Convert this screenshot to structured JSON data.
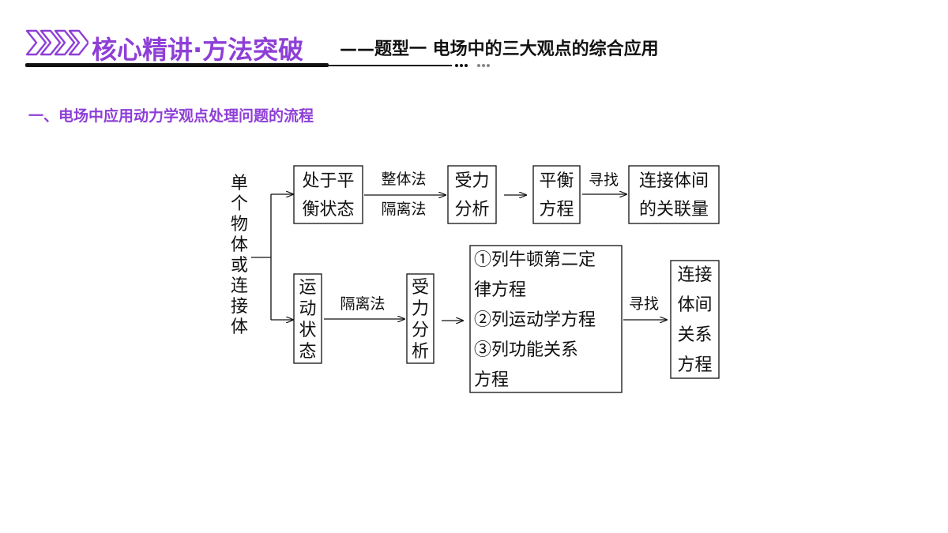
{
  "header": {
    "main_title": "核心精讲·方法突破",
    "sub_title": "——题型一  电场中的三大观点的综合应用",
    "accent_color": "#8e3fd6"
  },
  "section": {
    "heading": "一、电场中应用动力学观点处理问题的流程"
  },
  "flow": {
    "start_chars": [
      "单",
      "个",
      "物",
      "体",
      "或",
      "连",
      "接",
      "体"
    ],
    "top_row": {
      "box1": [
        "处于平",
        "衡状态"
      ],
      "arrow1_top": "整体法",
      "arrow1_bottom": "隔离法",
      "box2": [
        "受力",
        "分析"
      ],
      "box3": [
        "平衡",
        "方程"
      ],
      "arrow3_label": "寻找",
      "box4": [
        "连接体间",
        "的关联量"
      ]
    },
    "bottom_row": {
      "box1": [
        "运",
        "动",
        "状",
        "态"
      ],
      "arrow1_label": "隔离法",
      "box2": [
        "受",
        "力",
        "分",
        "析"
      ],
      "box3": [
        "①列牛顿第二定",
        "律方程",
        "②列运动学方程",
        "③列功能关系",
        "方程"
      ],
      "arrow3_label": "寻找",
      "box4": [
        "连接",
        "体间",
        "关系",
        "方程"
      ]
    }
  }
}
